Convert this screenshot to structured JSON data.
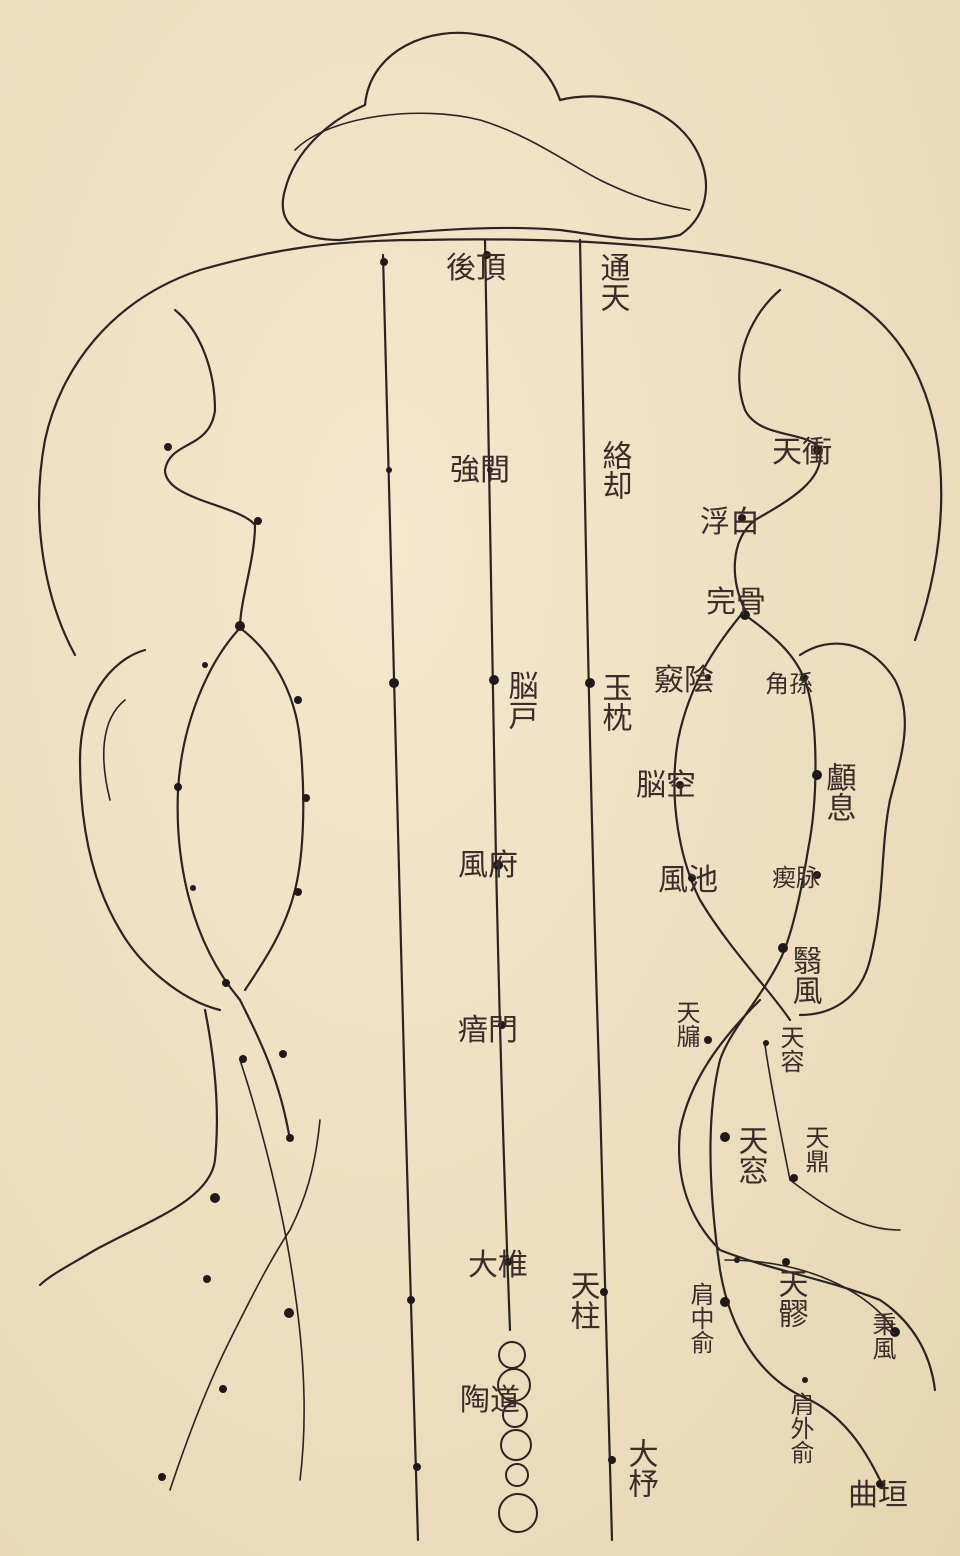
{
  "labels": {
    "houding": "後頂",
    "tongtian": "通天",
    "qiangjian": "強間",
    "luoque": "絡却",
    "naohu": "脳戸",
    "yuzhen": "玉枕",
    "fengfu": "風府",
    "yamen": "瘖門",
    "dazhui": "大椎",
    "tianzhu": "天柱",
    "taodao": "陶道",
    "dazhu": "大杼",
    "tianchong": "天衝",
    "fubai": "浮白",
    "wangu": "完骨",
    "qiaoyin": "竅陰",
    "jiaosun": "角孫",
    "naokong": "脳空",
    "luxi": "顱息",
    "fengchi": "風池",
    "chimai": "瘈脉",
    "yifeng": "翳風",
    "tianyong": "天牖",
    "tianrong": "天容",
    "tianchuang": "天窓",
    "tianding": "天鼎",
    "tianliao": "天髎",
    "jianzhongshu": "肩中俞",
    "bingfeng": "秉風",
    "jianwaishu": "肩外俞",
    "quyuan": "曲垣"
  }
}
